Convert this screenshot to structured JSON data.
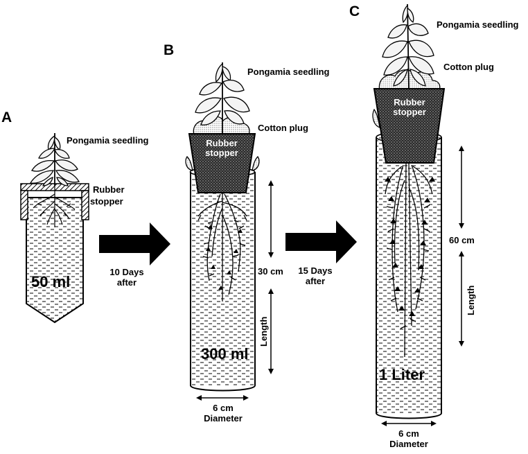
{
  "panels": [
    {
      "letter": "A",
      "seedling": "Pongamia seedling",
      "stopper_line1": "Rubber",
      "stopper_line2": "stopper",
      "volume": "50 ml"
    },
    {
      "letter": "B",
      "seedling": "Pongamia seedling",
      "plug": "Cotton plug",
      "stopper_line1": "Rubber",
      "stopper_line2": "stopper",
      "length_value": "30 cm",
      "length_label": "Length",
      "volume": "300 ml",
      "diameter_value": "6 cm",
      "diameter_label": "Diameter"
    },
    {
      "letter": "C",
      "seedling": "Pongamia seedling",
      "plug": "Cotton plug",
      "stopper_line1": "Rubber",
      "stopper_line2": "stopper",
      "length_value": "60 cm",
      "length_label": "Length",
      "volume": "1 Liter",
      "diameter_value": "6 cm",
      "diameter_label": "Diameter"
    }
  ],
  "arrows": [
    {
      "line1": "10 Days",
      "line2": "after"
    },
    {
      "line1": "15 Days",
      "line2": "after"
    }
  ],
  "colors": {
    "ink": "#000000",
    "background": "#ffffff",
    "leaf": "#f4f4f4"
  },
  "icons": [
    "seedling-icon",
    "rubber-stopper-icon",
    "cotton-plug-icon",
    "root-system-icon",
    "right-arrow-icon",
    "double-arrow-icon"
  ]
}
